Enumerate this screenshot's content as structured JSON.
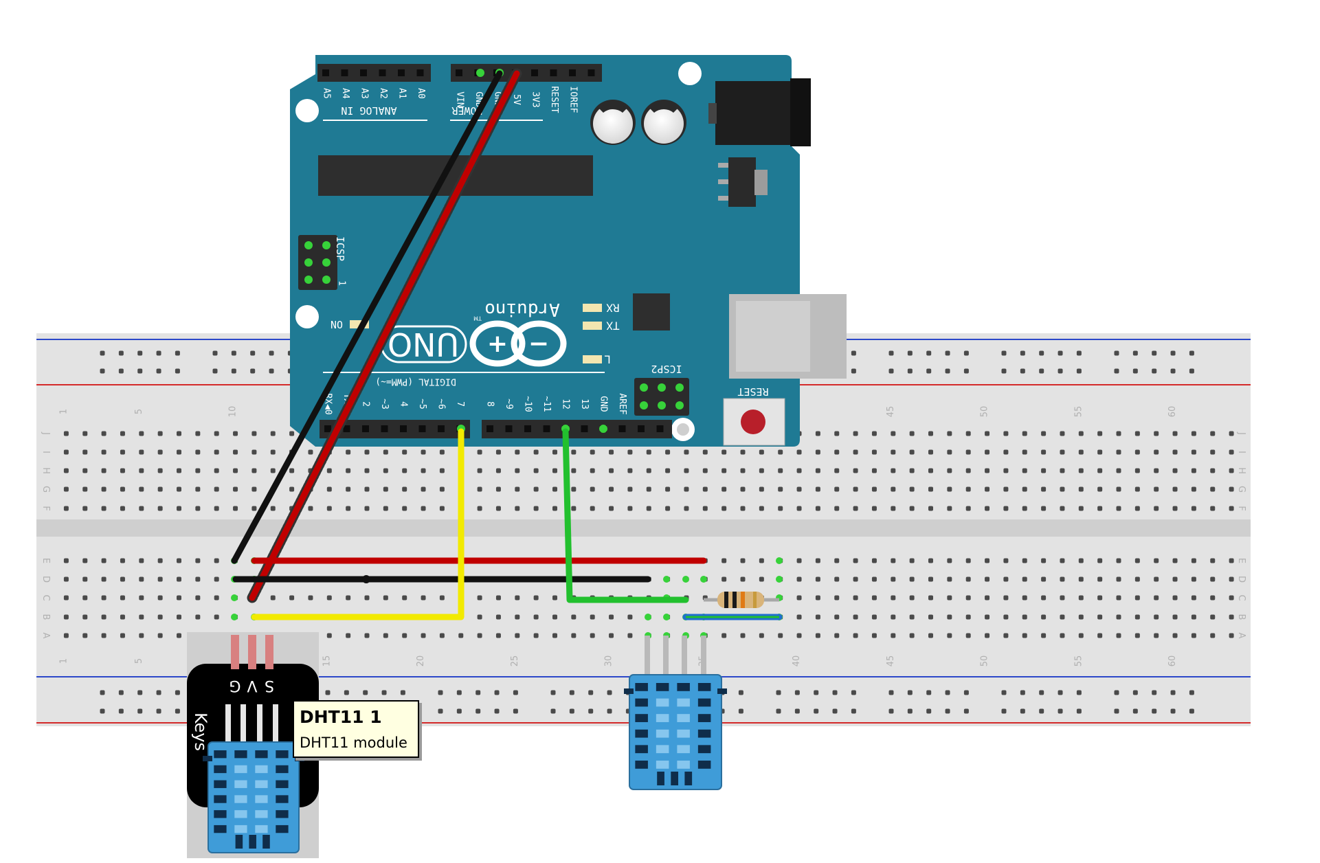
{
  "title": "",
  "colors": {
    "board": "#1f7a94",
    "breadboard": "#e0e0e0",
    "rail_red": "#d42a2a",
    "rail_blue": "#2b47c9",
    "wire_red": "#c00000",
    "wire_black": "#111111",
    "wire_yellow": "#f2ea00",
    "wire_green": "#22c02e",
    "wire_blue": "#1f6fcf",
    "sensor": "#3f9cd8",
    "tooltip": "#ffffe1"
  },
  "breadboard": {
    "row_letters_top": [
      "J",
      "I",
      "H",
      "G",
      "F"
    ],
    "row_letters_bottom": [
      "E",
      "D",
      "C",
      "B",
      "A"
    ],
    "column_numbers": [
      "1",
      "5",
      "10",
      "15",
      "20",
      "25",
      "30",
      "35",
      "40",
      "45",
      "50",
      "55",
      "60"
    ]
  },
  "arduino": {
    "brand": "Arduino",
    "tm": "TM",
    "model": "UNO",
    "analog_label": "ANALOG IN",
    "analog_pins": [
      "A5",
      "A4",
      "A3",
      "A2",
      "A1",
      "A0"
    ],
    "power_label": "POWER",
    "power_pins": [
      "VIN",
      "GND",
      "GND",
      "5V",
      "3V3",
      "RESET",
      "IOREF"
    ],
    "icsp_label": "ICSP",
    "icsp2_label": "ICSP2",
    "icsp_pin1": "1",
    "on_label": "ON",
    "rx_label": "RX",
    "tx_label": "TX",
    "l_label": "L",
    "reset_label": "RESET",
    "digital_label": "DIGITAL (PWM=~)",
    "digital_pins_left": [
      "TX▶1",
      "RX◀0"
    ],
    "digital_pins": [
      "0",
      "1",
      "2",
      "~3",
      "4",
      "~5",
      "~6",
      "7",
      "8",
      "~9",
      "~10",
      "~11",
      "12",
      "13",
      "GND",
      "AREF"
    ]
  },
  "keys_module": {
    "label": "Keys",
    "pins": [
      "S",
      "V",
      "G"
    ]
  },
  "tooltip": {
    "title": "DHT11 1",
    "subtitle": "DHT11 module"
  }
}
